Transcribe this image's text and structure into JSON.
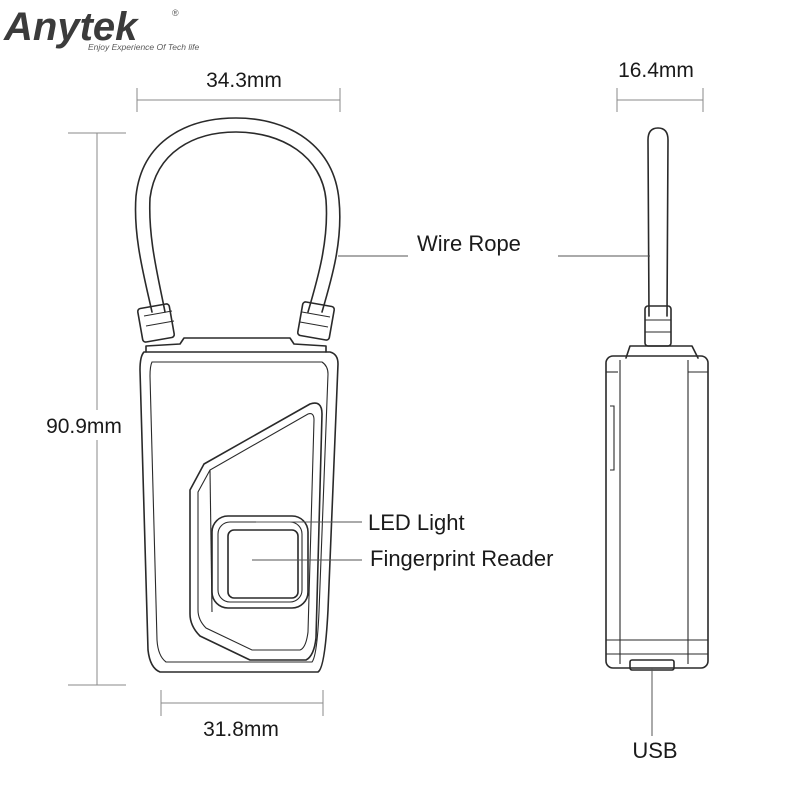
{
  "brand": {
    "name": "Anytek",
    "tagline": "Enjoy Experience Of Tech life",
    "registered_mark": "®"
  },
  "dimensions": {
    "top_width": "34.3mm",
    "side_depth": "16.4mm",
    "height": "90.9mm",
    "bottom_width": "31.8mm"
  },
  "callouts": {
    "wire_rope": "Wire Rope",
    "led_light": "LED Light",
    "fingerprint_reader": "Fingerprint Reader",
    "usb": "USB"
  },
  "colors": {
    "line": "#2a2a2a",
    "dimension_line": "#8a8a8a",
    "brand_text": "#3b3b3b"
  }
}
